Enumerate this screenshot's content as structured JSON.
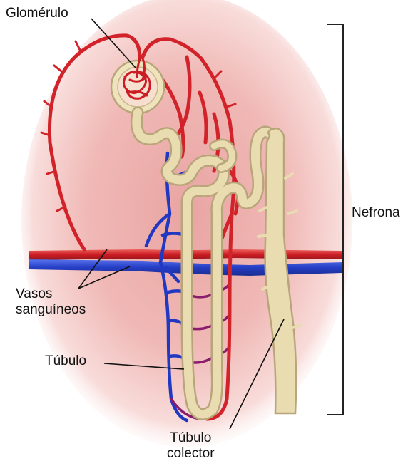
{
  "labels": {
    "glomerulo": "Glomérulo",
    "nefrona": "Nefrona",
    "vasos_line1": "Vasos",
    "vasos_line2": "sanguíneos",
    "tubulo": "Túbulo",
    "tubulo_colector_line1": "Túbulo",
    "tubulo_colector_line2": "colector"
  },
  "colors": {
    "tissue": "#f0b8b8",
    "artery": "#d8232a",
    "vein": "#1f3cc8",
    "tubule": "#e8dcb0",
    "tubule_outline": "#b8a67a",
    "capsule": "#efe3bd"
  }
}
